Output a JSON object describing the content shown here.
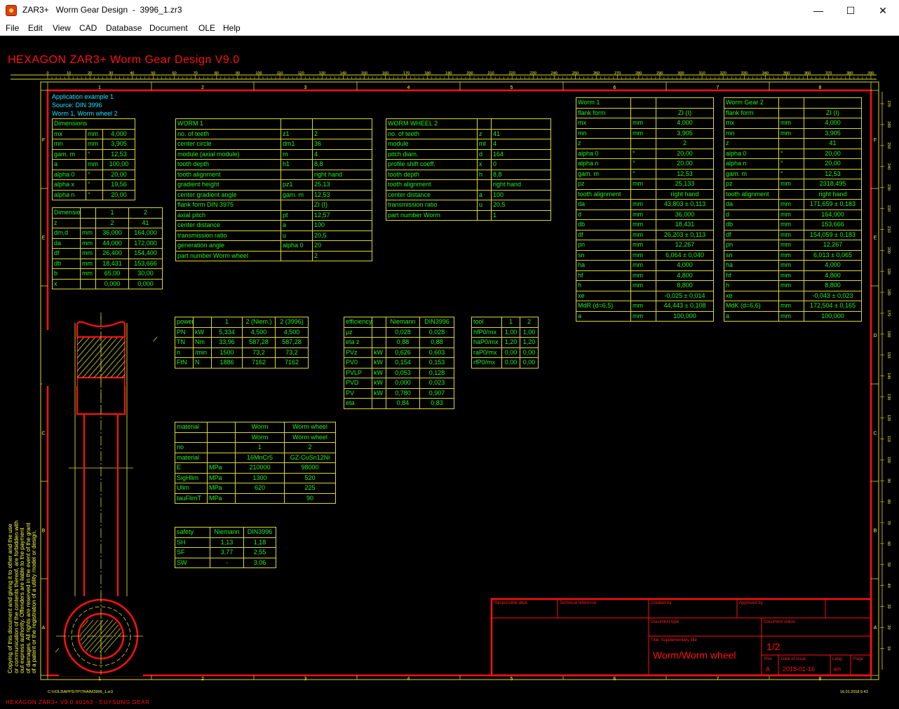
{
  "window": {
    "title": "ZAR3+   Worm Gear Design  -  3996_1.zr3",
    "minimize": "—",
    "maximize": "☐",
    "close": "✕"
  },
  "menu": [
    {
      "label": "File"
    },
    {
      "label": "Edit"
    },
    {
      "label": "View"
    },
    {
      "label": "CAD"
    },
    {
      "label": "Database"
    },
    {
      "label": "Document"
    },
    {
      "label": "OLE"
    },
    {
      "label": "Help"
    }
  ],
  "drawing": {
    "header": "HEXAGON   ZAR3+   Worm Gear Design  V9.0",
    "ruler_numbers": [
      "0",
      "10",
      "20",
      "30",
      "40",
      "50",
      "60",
      "70",
      "80",
      "90",
      "100",
      "110",
      "120",
      "130",
      "140",
      "150",
      "160",
      "170",
      "180",
      "190",
      "200",
      "210",
      "220",
      "230",
      "240",
      "250",
      "260",
      "270",
      "280",
      "290",
      "300",
      "310",
      "320",
      "330",
      "340",
      "350",
      "360",
      "370",
      "380",
      "390"
    ],
    "right_ruler_numbers": [
      "270",
      "260",
      "250",
      "240",
      "230",
      "220",
      "210",
      "200",
      "190",
      "180",
      "170",
      "160",
      "150",
      "140",
      "130",
      "120",
      "110",
      "100",
      "90",
      "80",
      "70",
      "60",
      "50",
      "40",
      "30",
      "20",
      "10"
    ],
    "zone_columns": [
      "1",
      "2",
      "3",
      "4",
      "5",
      "6",
      "7",
      "8"
    ],
    "zone_rows": [
      "F",
      "E",
      "D",
      "C",
      "B",
      "A"
    ],
    "info_lines": [
      "Application example 1",
      "Source: DIN 3996",
      "Worm 1, Worm wheel 2"
    ],
    "copyright_lines": [
      "Copying of this document and giving it to other and the use",
      "or communication of the contents thereof, are forbidden with",
      "out express authority. Offenders are liable to the payment",
      "of damages. All rights are reserved in the event of the grant",
      "of a patent or the registration of a utility model or design."
    ],
    "footer_path": "C:\\VOL3\\APPS\\TP\\TRAIN\\3996_1.zr3",
    "footer_date": "16.01.2018 5:43",
    "status_line": "HEXAGON ZAR3+ V9.0 #0163 - EUYSUNG GEAR",
    "colors": {
      "frame": "#ff1010",
      "grid": "#ddd830",
      "text": "#22ee22",
      "info": "#22e0ff",
      "background": "#000000"
    }
  },
  "tables": {
    "dimensions": [
      [
        "Dimensions"
      ],
      [
        "mx",
        "mm",
        "4,000"
      ],
      [
        "mn",
        "mm",
        "3,905"
      ],
      [
        "gam. m",
        "°",
        "12,53"
      ],
      [
        "a",
        "mm",
        "100,00"
      ],
      [
        "alpha 0",
        "°",
        "20,00"
      ],
      [
        "alpha x",
        "°",
        "19,56"
      ],
      [
        "alpha n",
        "°",
        "20,00"
      ]
    ],
    "dimensions12": [
      [
        "Dimensions",
        "",
        "1",
        "2"
      ],
      [
        "z",
        "",
        "2",
        "41"
      ],
      [
        "dm,d",
        "mm",
        "36,000",
        "164,000"
      ],
      [
        "da",
        "mm",
        "44,000",
        "172,000"
      ],
      [
        "df",
        "mm",
        "26,400",
        "154,400"
      ],
      [
        "db",
        "mm",
        "18,431",
        "153,666"
      ],
      [
        "b",
        "mm",
        "65,00",
        "30,00"
      ],
      [
        "x",
        "",
        "0,000",
        "0,000"
      ]
    ],
    "worm1": [
      [
        "WORM 1",
        "",
        ""
      ],
      [
        "no. of teeth",
        "z1",
        "2"
      ],
      [
        "center circle",
        "dm1",
        "36"
      ],
      [
        "module (axial module)",
        "m",
        "4"
      ],
      [
        "tooth depth",
        "h1",
        "8,8"
      ],
      [
        "tooth alignment",
        "",
        "right hand"
      ],
      [
        "gradient height",
        "pz1",
        "25,13"
      ],
      [
        "center gradient angle",
        "gam. m",
        "12,53"
      ],
      [
        "flank form DIN 3975",
        "",
        "ZI (I)"
      ],
      [
        "axial pitch",
        "pt",
        "12,57"
      ],
      [
        "center distance",
        "a",
        "100"
      ],
      [
        "transmission ratio",
        "u",
        "20,5"
      ],
      [
        "generation angle",
        "alpha 0",
        "20"
      ],
      [
        "part number Worm wheel",
        "",
        "2"
      ]
    ],
    "wormwheel2": [
      [
        "WORM WHEEL 2",
        "",
        ""
      ],
      [
        "no. of teeth",
        "z",
        "41"
      ],
      [
        "module",
        "mt",
        "4"
      ],
      [
        "pitch diam.",
        "d",
        "164"
      ],
      [
        "profile shift coeff.",
        "x",
        "0"
      ],
      [
        "tooth depth",
        "h",
        "8,8"
      ],
      [
        "tooth alignment",
        "",
        "right hand"
      ],
      [
        "center distance",
        "a",
        "100"
      ],
      [
        "transmission ratio",
        "u",
        "20,5"
      ],
      [
        "part number Worm",
        "",
        "1"
      ]
    ],
    "worm1_detail": [
      [
        "Worm 1",
        "",
        ""
      ],
      [
        "flank form",
        "",
        "ZI (I)"
      ],
      [
        "mx",
        "mm",
        "4,000"
      ],
      [
        "mn",
        "mm",
        "3,905"
      ],
      [
        "z",
        "",
        "2"
      ],
      [
        "alpha 0",
        "°",
        "20,00"
      ],
      [
        "alpha n",
        "°",
        "20,00"
      ],
      [
        "gam. m",
        "°",
        "12,53"
      ],
      [
        "pz",
        "mm",
        "25,133"
      ],
      [
        "tooth alignment",
        "",
        "right hand"
      ],
      [
        "da",
        "mm",
        "43,803 ± 0,113"
      ],
      [
        "d",
        "mm",
        "36,000"
      ],
      [
        "db",
        "mm",
        "18,431"
      ],
      [
        "df",
        "mm",
        "26,203 ± 0,113"
      ],
      [
        "pn",
        "mm",
        "12,267"
      ],
      [
        "sn",
        "mm",
        "6,064 ± 0,040"
      ],
      [
        "ha",
        "mm",
        "4,000"
      ],
      [
        "hf",
        "mm",
        "4,800"
      ],
      [
        "h",
        "mm",
        "8,800"
      ],
      [
        "xe",
        "",
        "-0,025 ± 0,014"
      ],
      [
        "MdR (d=6,5)",
        "mm",
        "44,443 ± 0,108"
      ],
      [
        "a",
        "mm",
        "100,000"
      ]
    ],
    "wormgear2_detail": [
      [
        "Worm Gear 2",
        "",
        ""
      ],
      [
        "flank form",
        "",
        "ZI (I)"
      ],
      [
        "mx",
        "mm",
        "4,000"
      ],
      [
        "mn",
        "mm",
        "3,905"
      ],
      [
        "z",
        "",
        "41"
      ],
      [
        "alpha 0",
        "°",
        "20,00"
      ],
      [
        "alpha n",
        "°",
        "20,00"
      ],
      [
        "gam. m",
        "°",
        "12,53"
      ],
      [
        "pz",
        "mm",
        "2318,495"
      ],
      [
        "tooth alignment",
        "",
        "right hand"
      ],
      [
        "da",
        "mm",
        "171,659 ± 0,183"
      ],
      [
        "d",
        "mm",
        "164,000"
      ],
      [
        "db",
        "mm",
        "153,666"
      ],
      [
        "df",
        "mm",
        "154,059 ± 0,183"
      ],
      [
        "pn",
        "mm",
        "12,267"
      ],
      [
        "sn",
        "mm",
        "6,013 ± 0,065"
      ],
      [
        "ha",
        "mm",
        "4,000"
      ],
      [
        "hf",
        "mm",
        "4,800"
      ],
      [
        "h",
        "mm",
        "8,800"
      ],
      [
        "xe",
        "",
        "-0,043 ± 0,023"
      ],
      [
        "MdK (d=6,6)",
        "mm",
        "172,504 ± 0,165"
      ],
      [
        "a",
        "mm",
        "100,000"
      ]
    ],
    "power": [
      [
        "power",
        "",
        "1",
        "2 (Niem.)",
        "2 (3996)"
      ],
      [
        "PN",
        "kW",
        "5,334",
        "4,500",
        "4,500"
      ],
      [
        "TN",
        "Nm",
        "33,96",
        "587,28",
        "587,28"
      ],
      [
        "n",
        "/min",
        "1500",
        "73,2",
        "73,2"
      ],
      [
        "FtN",
        "N",
        "1886",
        "7162",
        "7162"
      ]
    ],
    "efficiency": [
      [
        "efficiency",
        "",
        "Niemann",
        "DIN3996"
      ],
      [
        "μz",
        "",
        "0,028",
        "0,028"
      ],
      [
        "eta z",
        "",
        "0,88",
        "0,88"
      ],
      [
        "PVz",
        "kW",
        "0,626",
        "0,603"
      ],
      [
        "PV0",
        "kW",
        "0,154",
        "0,153"
      ],
      [
        "PVLP",
        "kW",
        "0,053",
        "0,128"
      ],
      [
        "PVD",
        "kW",
        "0,000",
        "0,023"
      ],
      [
        "PV",
        "kW",
        "0,780",
        "0,907"
      ],
      [
        "eta",
        "",
        "0,84",
        "0,83"
      ]
    ],
    "tool": [
      [
        "tool",
        "1",
        "2"
      ],
      [
        "hfP0/mx",
        "1,00",
        "1,00"
      ],
      [
        "haP0/mx",
        "1,20",
        "1,20"
      ],
      [
        "raP0/mx",
        "0,00",
        "0,00"
      ],
      [
        "rfP0/mx",
        "0,00",
        "0,00"
      ]
    ],
    "material": [
      [
        "material",
        "",
        "Worm",
        "Worm wheel"
      ],
      [
        "",
        "",
        "Worm",
        "Worm wheel"
      ],
      [
        "no",
        "",
        "1",
        "2"
      ],
      [
        "material",
        "",
        "16MnCr5",
        "GZ-CuSn12Ni"
      ],
      [
        "E",
        "MPa",
        "210000",
        "98000"
      ],
      [
        "SigHlim",
        "MPa",
        "1300",
        "520"
      ],
      [
        "Ulim",
        "MPa",
        "620",
        "225"
      ],
      [
        "tauFlimT",
        "MPa",
        "",
        "90"
      ]
    ],
    "safety": [
      [
        "safety",
        "Niemann",
        "DIN3996"
      ],
      [
        "SH",
        "1,13",
        "1,18"
      ],
      [
        "SF",
        "3,77",
        "2,55"
      ],
      [
        "SW",
        "-",
        "3,06"
      ]
    ]
  },
  "title_block": {
    "responsible_dept": "Responsible dept.",
    "technical_reference": "Technical reference",
    "created_by": "Created by",
    "approved_by": "Approved by",
    "document_type": "Document type",
    "document_status": "Document status",
    "title_label": "Title, Supplementary title",
    "title_value": "Worm/Worm wheel",
    "sheet": "1/2",
    "rev_label": "Rev.",
    "rev_value": "A",
    "date_label": "Date of issue",
    "date_value": "2018-01-16",
    "lang_label": "Lang.",
    "lang_value": "en",
    "page_label": "Page"
  }
}
